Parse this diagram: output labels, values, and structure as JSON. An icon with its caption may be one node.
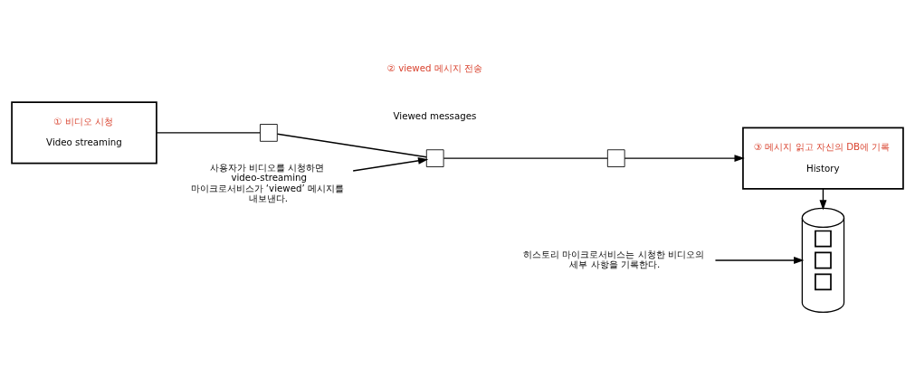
{
  "diagram": {
    "nodes": [
      {
        "text": [
          "① 비디오 시청",
          "Video streaming"
        ]
      },
      {
        "text": [],
        "shape": "box"
      },
      {
        "text": [],
        "shape": "box"
      },
      {
        "text": [],
        "shape": "box"
      },
      {
        "text": [
          "③ 메시지 읽고 자신의 DB에 기록",
          "History"
        ]
      },
      {
        "text": [
          "사용자가 비디오를 시청하면 video-streaming 마이크로서비스가 ‘viewed’ 메시지를 내보낸다."
        ]
      },
      {
        "text": [],
        "shape": "cylinder"
      },
      {
        "text": [
          "히스토리 마이크로서비스는 시청한 비디오의 세부 사항을 기록한다."
        ]
      }
    ],
    "edges": [
      {
        "from": 0,
        "to": 1,
        "arrow": "none"
      },
      {
        "from": 1,
        "to": 2,
        "arrow": "none"
      },
      {
        "from": 2,
        "to": 3,
        "arrow": "none"
      },
      {
        "from": 3,
        "to": 4,
        "arrow": "to"
      },
      {
        "from": 5,
        "to": 2,
        "arrow": "to"
      },
      {
        "from": 4,
        "to": 6,
        "arrow": "to"
      },
      {
        "from": 7,
        "to": 6,
        "arrow": "to"
      }
    ],
    "labels": [
      "② viewed 메시지 전송",
      "Viewed messages"
    ]
  }
}
